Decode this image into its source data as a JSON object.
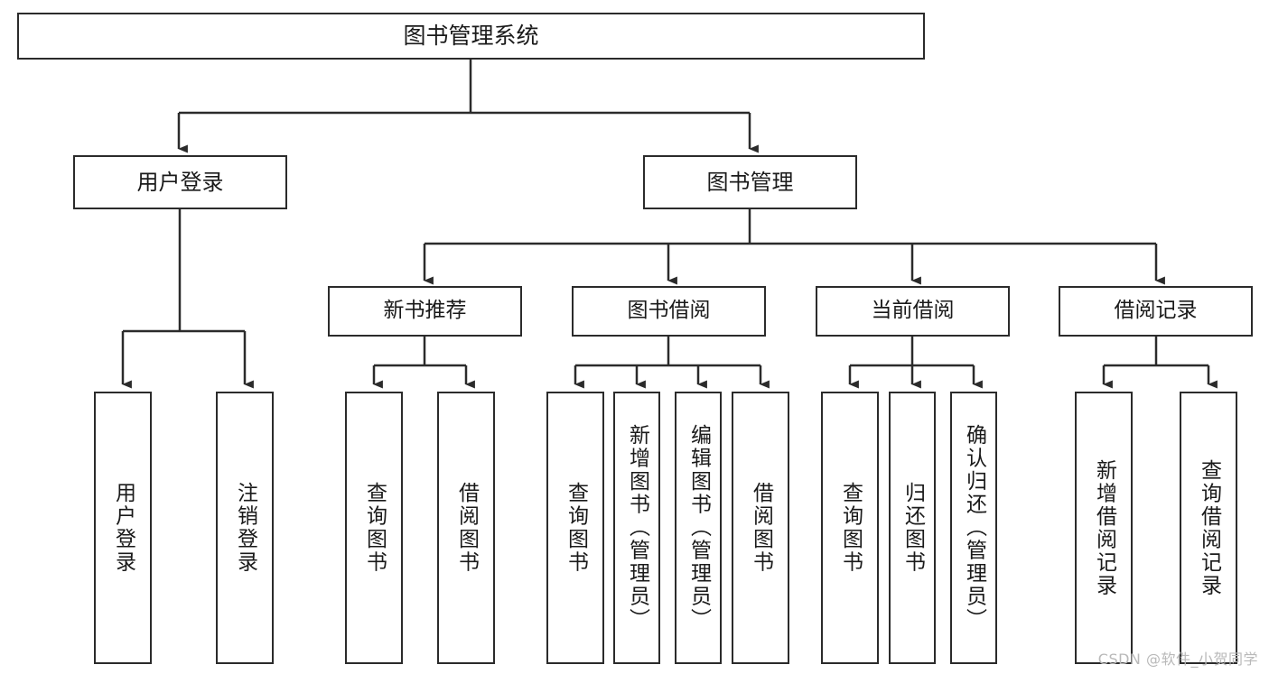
{
  "diagram": {
    "title": "图书管理系统",
    "type": "功能结构图",
    "root": {
      "label": "图书管理系统"
    },
    "branches": [
      {
        "id": "user-login",
        "label": "用户登录",
        "children": [
          {
            "id": "user-login-do",
            "label": "用户登录"
          },
          {
            "id": "user-logout",
            "label": "注销登录"
          }
        ]
      },
      {
        "id": "book-management",
        "label": "图书管理",
        "children": [
          {
            "id": "new-book-recommend",
            "label": "新书推荐",
            "children": [
              {
                "id": "query-book-1",
                "label": "查询图书"
              },
              {
                "id": "borrow-book-1",
                "label": "借阅图书"
              }
            ]
          },
          {
            "id": "book-borrow",
            "label": "图书借阅",
            "children": [
              {
                "id": "query-book-2",
                "label": "查询图书"
              },
              {
                "id": "add-book",
                "label": "新增图书（管理员）"
              },
              {
                "id": "edit-book",
                "label": "编辑图书（管理员）"
              },
              {
                "id": "borrow-book-2",
                "label": "借阅图书"
              }
            ]
          },
          {
            "id": "current-borrow",
            "label": "当前借阅",
            "children": [
              {
                "id": "query-book-3",
                "label": "查询图书"
              },
              {
                "id": "return-book",
                "label": "归还图书"
              },
              {
                "id": "confirm-return",
                "label": "确认归还（管理员）"
              }
            ]
          },
          {
            "id": "borrow-record",
            "label": "借阅记录",
            "children": [
              {
                "id": "add-borrow-record",
                "label": "新增借阅记录"
              },
              {
                "id": "query-borrow-record",
                "label": "查询借阅记录"
              }
            ]
          }
        ]
      }
    ]
  },
  "watermark": {
    "text": "CSDN @软件_小贺同学"
  },
  "colors": {
    "stroke": "#2b2b2b",
    "background": "#ffffff",
    "text": "#1a1a1a",
    "watermark": "#b9b9b9"
  }
}
